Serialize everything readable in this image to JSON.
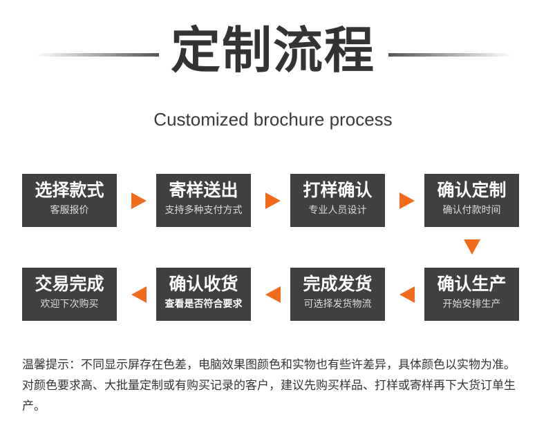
{
  "title": "定制流程",
  "subtitle": "Customized brochure process",
  "steps": [
    {
      "title": "选择款式",
      "desc": "客服报价"
    },
    {
      "title": "寄样送出",
      "desc": "支持多种支付方式"
    },
    {
      "title": "打样确认",
      "desc": "专业人员设计"
    },
    {
      "title": "确认定制",
      "desc": "确认付款时间"
    },
    {
      "title": "确认生产",
      "desc": "开始安排生产"
    },
    {
      "title": "完成发货",
      "desc": "可选择发货物流"
    },
    {
      "title": "确认收货",
      "desc": "查看是否符合要求"
    },
    {
      "title": "交易完成",
      "desc": "欢迎下次购买"
    }
  ],
  "accent": "#f26a1b",
  "note": "温馨提示：不同显示屏存在色差，电脑效果图颜色和实物也有些许差异，具体颜色以实物为准。对颜色要求高、大批量定制或有购买记录的客户，建议先购买样品、打样或寄样再下大货订单生产。"
}
